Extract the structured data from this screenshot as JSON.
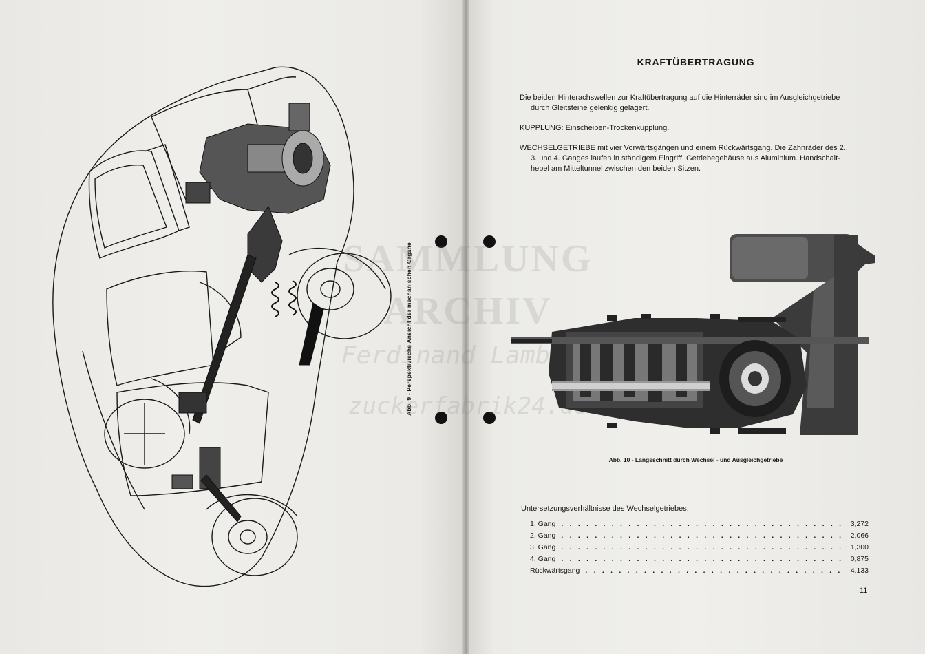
{
  "right_page": {
    "heading": "KRAFTÜBERTRAGUNG",
    "intro_line1": "Die beiden Hinterachswellen zur Kraftübertragung auf die Hinterräder sind im Ausgleichgetriebe",
    "intro_line2": "durch Gleitsteine gelenkig gelagert.",
    "kupplung_label": "KUPPLUNG:",
    "kupplung_text": "Einscheiben-Trockenkupplung.",
    "wechsel_label": "WECHSELGETRIEBE",
    "wechsel_line1": "mit vier Vorwärtsgängen und einem Rückwärtsgang. Die Zahnräder des 2.,",
    "wechsel_line2": "3. und 4. Ganges laufen in ständigem Eingriff. Getriebegehäuse aus Aluminium. Handschalt-",
    "wechsel_line3": "hebel am Mitteltunnel zwischen den beiden Sitzen.",
    "figure_caption": "Abb. 10 - Längsschnitt durch Wechsel - und Ausgleichgetriebe",
    "ratio_title": "Untersetzungsverhältnisse des Wechselgetriebes:",
    "ratios": [
      {
        "label": "1. Gang",
        "value": "3,272"
      },
      {
        "label": "2. Gang",
        "value": "2,066"
      },
      {
        "label": "3. Gang",
        "value": "1,300"
      },
      {
        "label": "4. Gang",
        "value": "0,875"
      },
      {
        "label": "Rückwärtsgang",
        "value": "4,133"
      }
    ],
    "page_number": "11"
  },
  "left_page": {
    "figure_caption": "Abb. 9 - Perspektivische Ansicht der mechanischen Organe"
  },
  "watermark": {
    "line1": "SAMMLUNG",
    "line2": "ARCHIV",
    "line3": "Ferdinand Lambert",
    "line4": "zuckerfabrik24.de"
  },
  "colors": {
    "paper": "#eeede9",
    "ink": "#1a1a1a"
  }
}
